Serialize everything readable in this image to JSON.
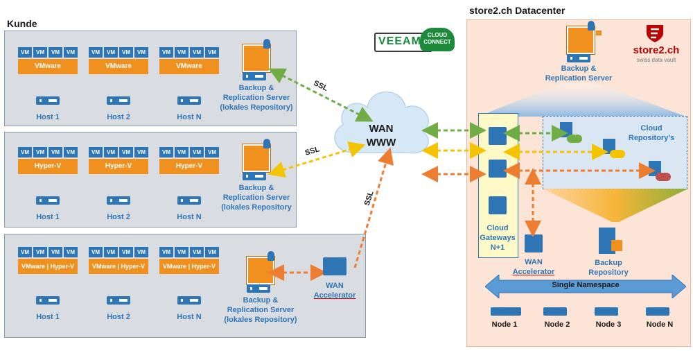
{
  "headings": {
    "kunde": "Kunde",
    "datacenter": "store2.ch Datacenter"
  },
  "vm_label": "VM",
  "rows": [
    {
      "hypervisor": "VMware",
      "hosts": [
        "Host 1",
        "Host 2",
        "Host N"
      ],
      "backup": [
        "Backup &",
        "Replication Server",
        "(lokales Repository)"
      ]
    },
    {
      "hypervisor": "Hyper-V",
      "hosts": [
        "Host 1",
        "Host 2",
        "Host N"
      ],
      "backup": [
        "Backup &",
        "Replication Server",
        "(lokales Repository"
      ]
    },
    {
      "hypervisor": "VMware | Hyper-V",
      "hosts": [
        "Host 1",
        "Host 2",
        "Host N"
      ],
      "backup": [
        "Backup &",
        "Replication Server",
        "(lokales Repository)"
      ]
    }
  ],
  "ssl": "SSL",
  "wan_cloud": [
    "WAN",
    "WWW"
  ],
  "veeam_logo": {
    "word": "VEEAM",
    "badge": [
      "CLOUD",
      "CONNECT"
    ]
  },
  "store2_logo": {
    "name": "store2.ch",
    "tagline": "swiss data vault"
  },
  "dc": {
    "backup_server": [
      "Backup &",
      "Replication Server"
    ],
    "cloud_gateways": [
      "Cloud",
      "Gateways",
      "N+1"
    ],
    "cloud_repositories": [
      "Cloud",
      "Repository’s"
    ],
    "wan_accelerator": [
      "WAN",
      "Accelerator"
    ],
    "backup_repository": [
      "Backup",
      "Repository"
    ],
    "namespace": "Single Namespace",
    "nodes": [
      "Node 1",
      "Node 2",
      "Node 3",
      "Node N"
    ]
  },
  "customer_wan_accelerator": [
    "WAN",
    "Accelerator"
  ],
  "colors": {
    "vm": "#2e75b6",
    "hypervisor": "#f0901e",
    "green_link": "#70ad47",
    "yellow_link": "#f5c400",
    "orange_link": "#ed7d31",
    "cloud": "#d6e8f5"
  }
}
